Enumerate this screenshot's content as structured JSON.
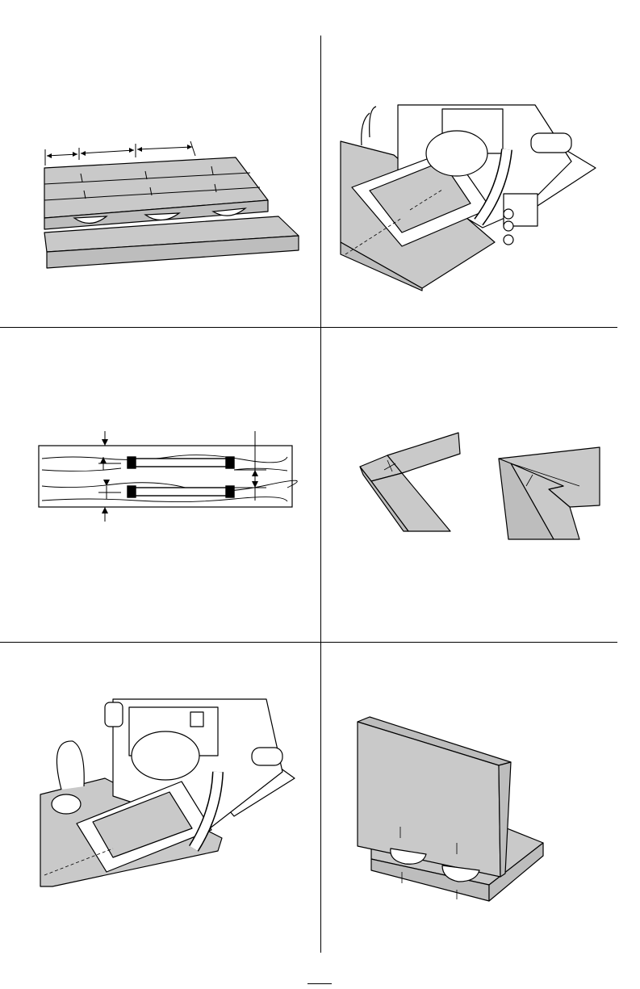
{
  "page": {
    "background": "#ffffff",
    "line_color": "#000000",
    "fill_gray": "#c9c9c9"
  },
  "figures": [
    {
      "id": "fig-1",
      "subject": "edge-joint-biscuit-spacing"
    },
    {
      "id": "fig-2",
      "subject": "joiner-aligned-to-board-edge"
    },
    {
      "id": "fig-3",
      "subject": "double-biscuit-thick-stock"
    },
    {
      "id": "fig-4",
      "subject": "frame-and-miter-joints"
    },
    {
      "id": "fig-5",
      "subject": "joiner-on-panel-with-clamp"
    },
    {
      "id": "fig-6",
      "subject": "t-joint-assembly"
    }
  ]
}
